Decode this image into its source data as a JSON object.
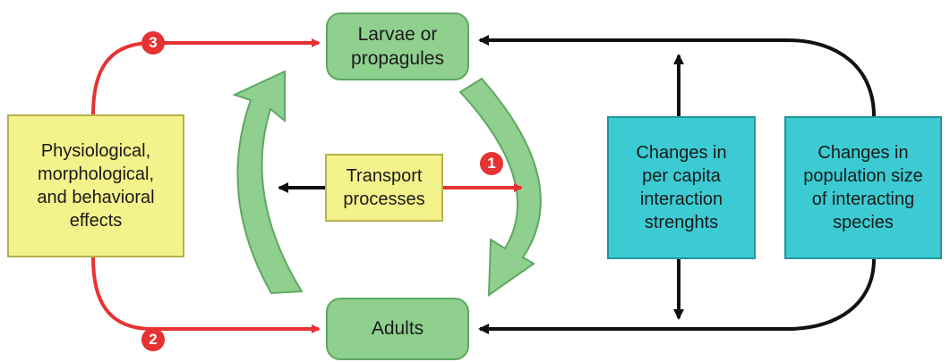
{
  "nodes": {
    "larvae": "Larvae or\npropagules",
    "adults": "Adults",
    "physio": "Physiological,\nmorphological,\nand behavioral\neffects",
    "transport": "Transport\nprocesses",
    "per_capita": "Changes in\nper capita\ninteraction\nstrenghts",
    "population": "Changes in\npopulation size\nof interacting\nspecies"
  },
  "badges": {
    "one": "1",
    "two": "2",
    "three": "3"
  },
  "colors": {
    "green_fill": "#8fd08f",
    "yellow_fill": "#f4f28a",
    "cyan_fill": "#3ccbd3",
    "red_arrow": "#e63232",
    "black_arrow": "#111111"
  }
}
